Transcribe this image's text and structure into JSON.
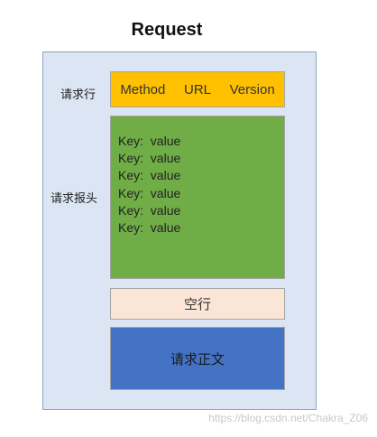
{
  "title": "Request",
  "labels": {
    "request_line": "请求行",
    "request_headers": "请求报头"
  },
  "request_line": {
    "method": "Method",
    "url": "URL",
    "version": "Version"
  },
  "headers": [
    {
      "key": "Key:",
      "value": "value"
    },
    {
      "key": "Key:",
      "value": "value"
    },
    {
      "key": "Key:",
      "value": "value"
    },
    {
      "key": "Key:",
      "value": "value"
    },
    {
      "key": "Key:",
      "value": "value"
    },
    {
      "key": "Key:",
      "value": "value"
    }
  ],
  "blank_line": "空行",
  "body": "请求正文",
  "watermark": "https://blog.csdn.net/Chakra_Z06",
  "colors": {
    "background_panel": "#dce5f3",
    "request_line": "#ffc000",
    "headers": "#70ad47",
    "blank_line": "#fbe5d6",
    "body": "#4472c4"
  }
}
